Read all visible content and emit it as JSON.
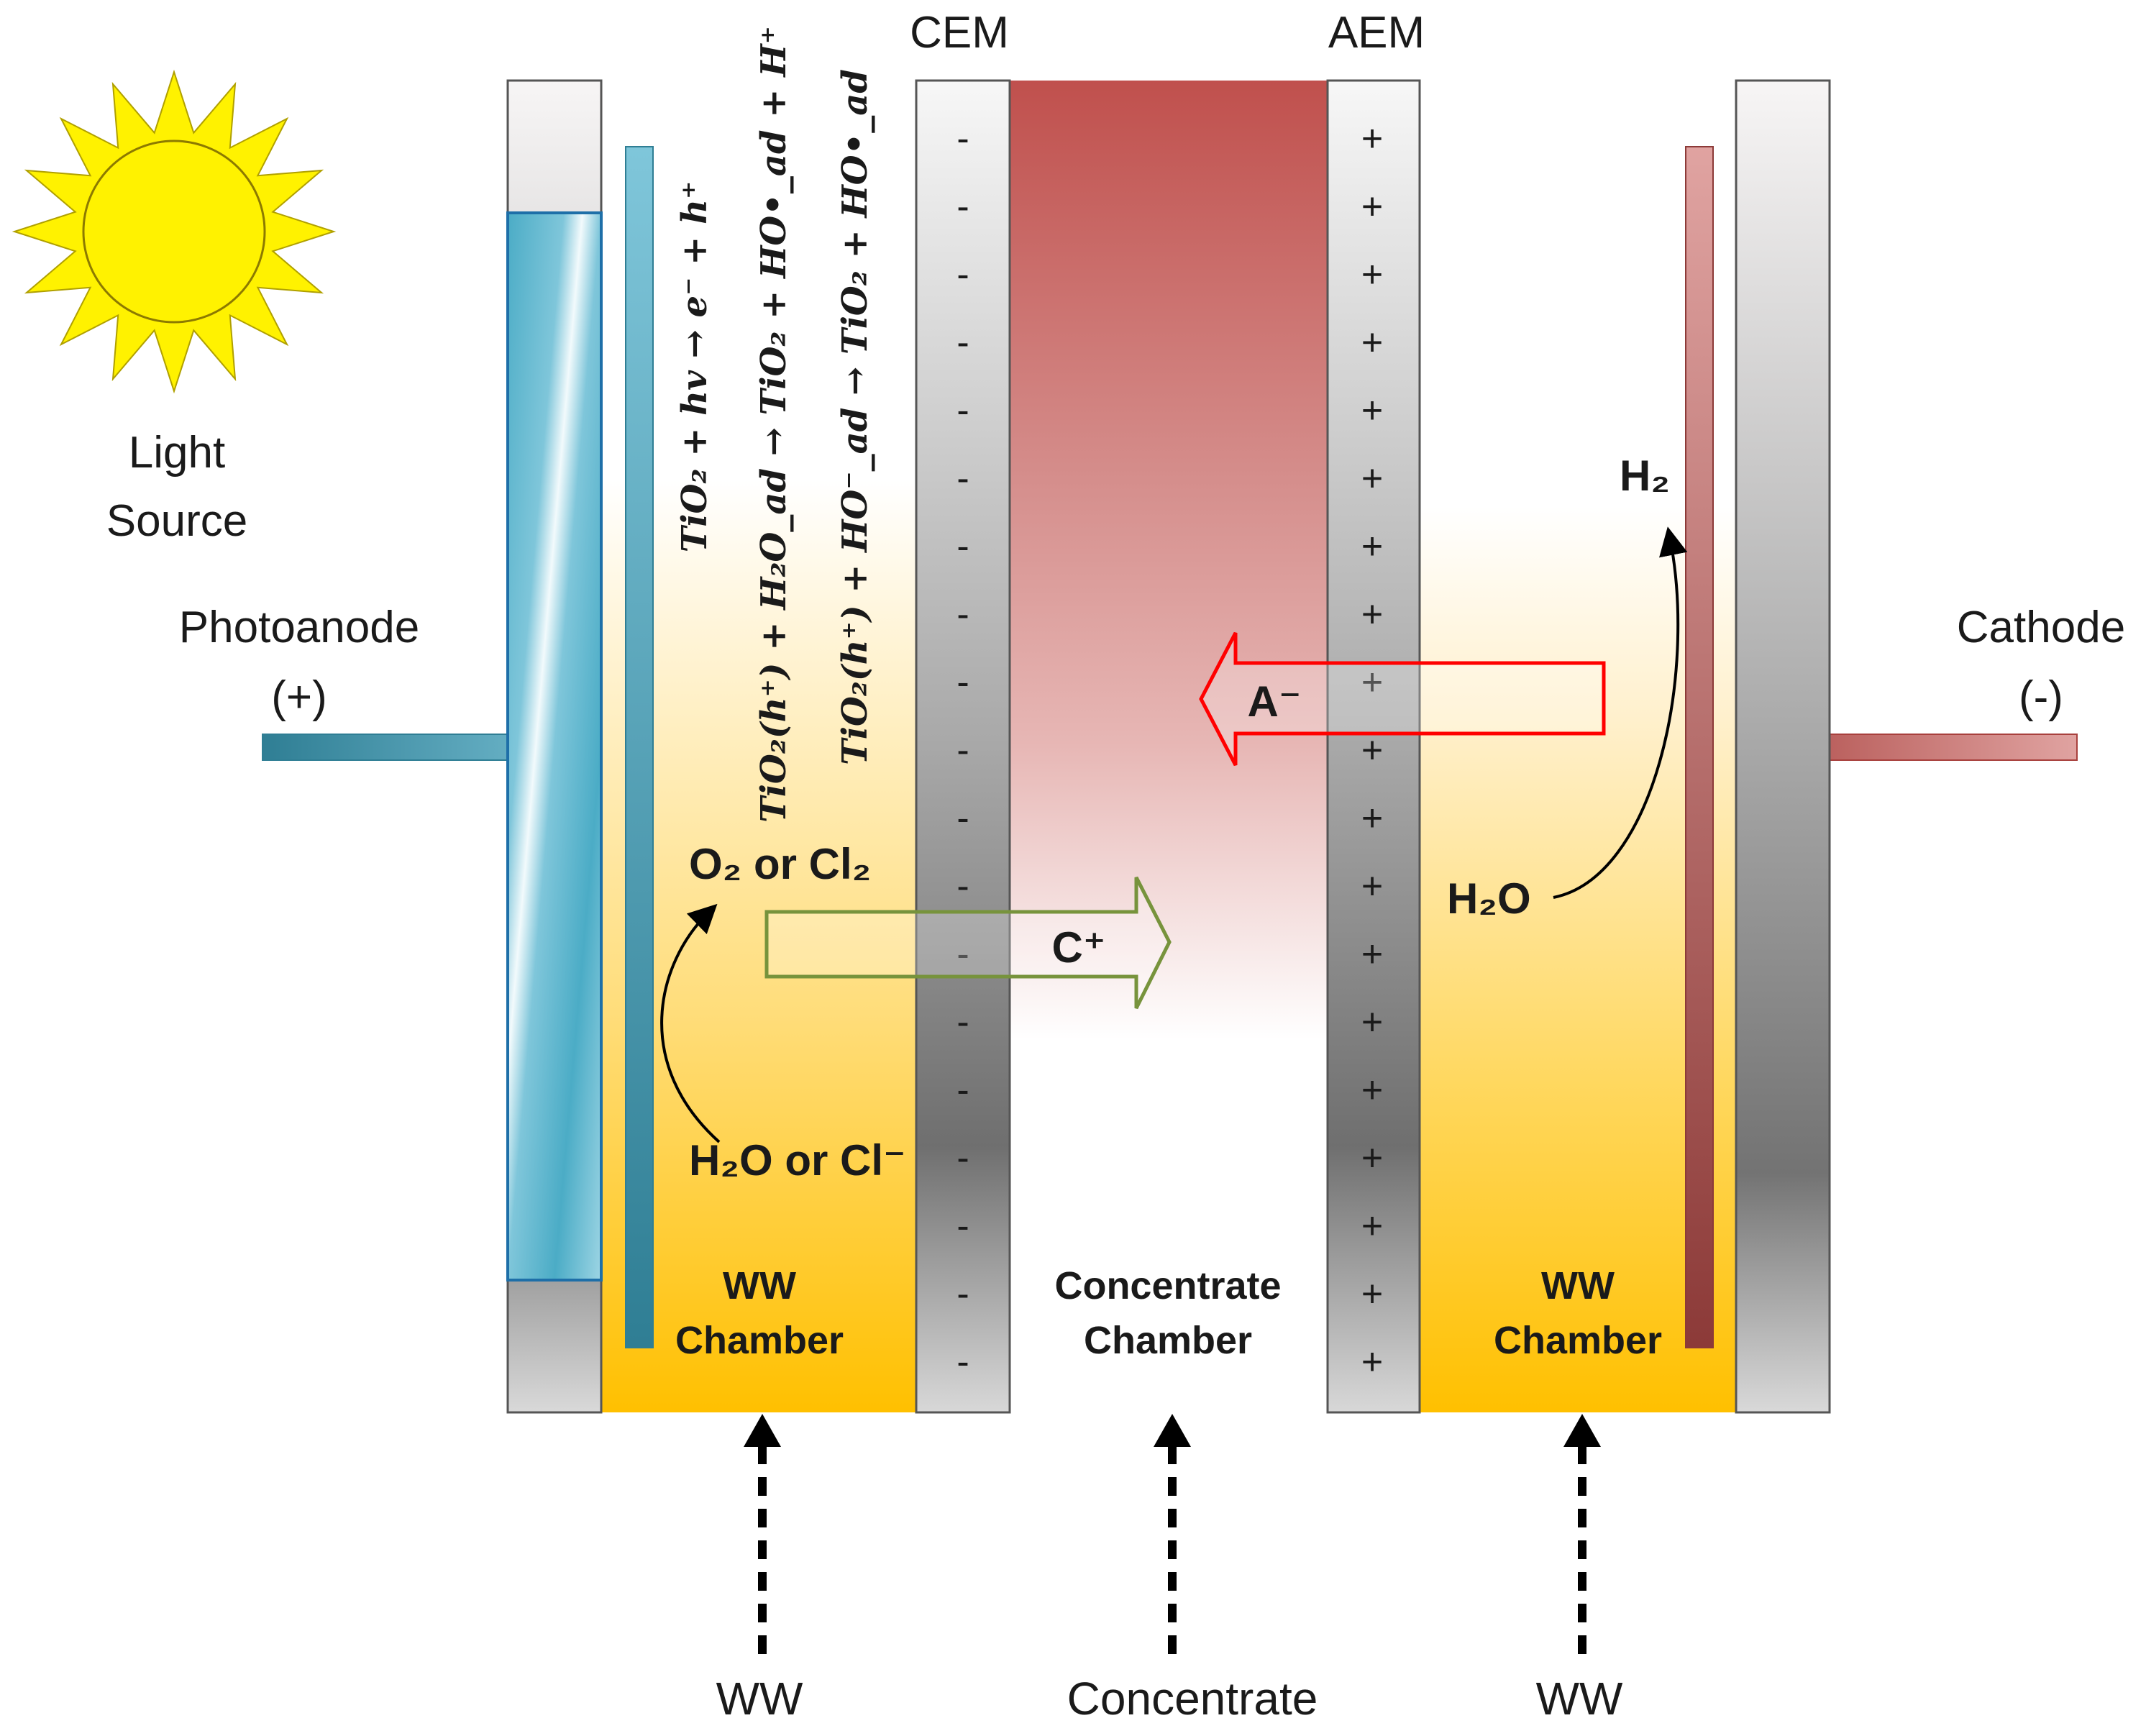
{
  "labels": {
    "light_line1": "Light",
    "light_line2": "Source",
    "photoanode": "Photoanode",
    "photoanode_sign": "(+)",
    "cathode": "Cathode",
    "cathode_sign": "(-)",
    "cem": "CEM",
    "aem": "AEM",
    "o2_or_cl2": "O₂ or Cl₂",
    "h2o_or_cl": "H₂O or Cl⁻",
    "h2": "H₂",
    "h2o": "H₂O",
    "cation": "C⁺",
    "anion": "A⁻",
    "ww_chamber_left_1": "WW",
    "ww_chamber_left_2": "Chamber",
    "concentrate_chamber_1": "Concentrate",
    "concentrate_chamber_2": "Chamber",
    "ww_chamber_right_1": "WW",
    "ww_chamber_right_2": "Chamber",
    "inlet_left": "WW",
    "inlet_middle": "Concentrate",
    "inlet_right": "WW"
  },
  "equations": [
    "TiO₂ + hv → e⁻ + h⁺",
    "TiO₂(h⁺) + H₂O_ad → TiO₂ + HO•_ad + H⁺",
    "TiO₂(h⁺) + HO⁻_ad → TiO₂ + HO•_ad"
  ],
  "membrane_signs": {
    "cem": "-",
    "aem": "+"
  },
  "colors": {
    "sun_fill": "#FFF200",
    "photoanode": "#4BACC6",
    "cathode": "#C0504D",
    "ww_chamber": "#FFC000",
    "concentrate": "#C0504D",
    "cation_arrow": "#77933C",
    "anion_arrow": "#FF0000"
  }
}
